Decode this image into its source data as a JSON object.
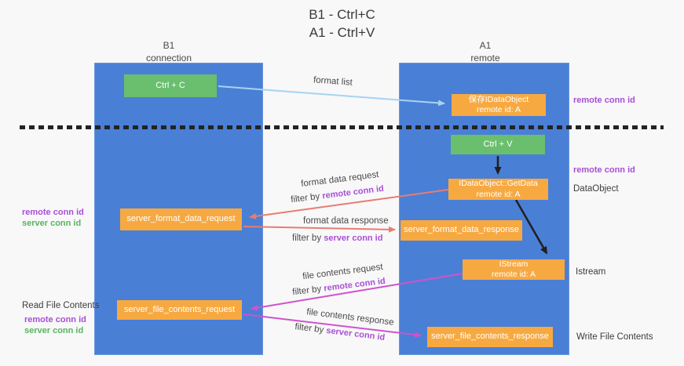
{
  "title": {
    "line1": "B1 - Ctrl+C",
    "line2": "A1 - Ctrl+V"
  },
  "columns": {
    "left": {
      "name": "B1",
      "role": "connection"
    },
    "right": {
      "name": "A1",
      "role": "remote"
    }
  },
  "nodes": {
    "ctrl_c": "Ctrl + C",
    "ctrl_v": "Ctrl + V",
    "save_dataobject": {
      "line1": "保存IDataObject",
      "line2": "remote id: A"
    },
    "getdata": {
      "line1": "IDataObject::GetData",
      "line2": "remote id: A"
    },
    "istream": {
      "line1": "IStream",
      "line2": "remote id: A"
    },
    "server_format_data_request": "server_format_data_request",
    "server_format_data_response": "server_format_data_response",
    "server_file_contents_request": "server_file_contents_request",
    "server_file_contents_response": "server_file_contents_response"
  },
  "side_labels": {
    "remote_conn_id_top": "remote conn id",
    "remote_conn_id_mid": "remote conn id",
    "dataobject": "DataObject",
    "istream": "Istream",
    "write_file_contents": "Write File Contents",
    "read_file_contents": "Read File Contents",
    "left1_remote": "remote conn id",
    "left1_server": "server conn id",
    "left2_remote": "remote conn id",
    "left2_server": "server conn id"
  },
  "arrow_labels": {
    "format_list": "format list",
    "format_data_request": "format data request",
    "format_data_response": "format data response",
    "file_contents_request": "file contents request",
    "file_contents_response": "file contents response",
    "filter_by": "filter by ",
    "filter1_value": "remote conn id",
    "filter2_value": "server conn id",
    "filter3_value": "remote conn id",
    "filter4_value": "server conn id"
  },
  "colors": {
    "lifeline_blue": "#4a7fd6",
    "node_green": "#6abf6e",
    "node_orange": "#f7a941",
    "arrow_light_blue": "#a6d3f1",
    "arrow_salmon": "#e87c72",
    "arrow_magenta": "#cf52cc",
    "arrow_black": "#1f1f1f",
    "text_purple": "#a84fd6",
    "text_green": "#55b55c"
  }
}
